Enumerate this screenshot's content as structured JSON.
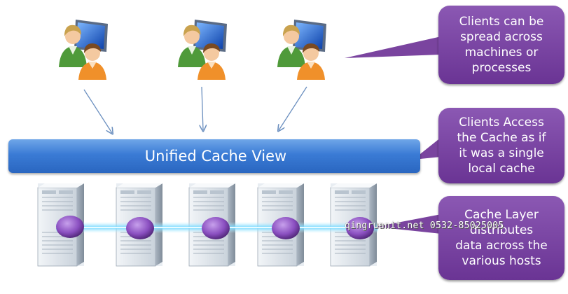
{
  "cache_bar": {
    "label": "Unified Cache View"
  },
  "callouts": [
    {
      "text": "Clients can be\nspread across\nmachines or\nprocesses"
    },
    {
      "text": "Clients Access\nthe Cache as if\nit was a single\nlocal cache"
    },
    {
      "text": "Cache Layer\ndistributes\ndata across the\nvarious hosts"
    }
  ],
  "watermark": {
    "text": "qingruanit.net 0532-85025005"
  },
  "icons": {
    "client": "user-group-computer-icon",
    "server": "server-tower-icon"
  },
  "colors": {
    "cache_bar": "#3a7bd5",
    "callout": "#7a449f",
    "node": "#8a4fc0",
    "connector": "#6fd6ff"
  }
}
